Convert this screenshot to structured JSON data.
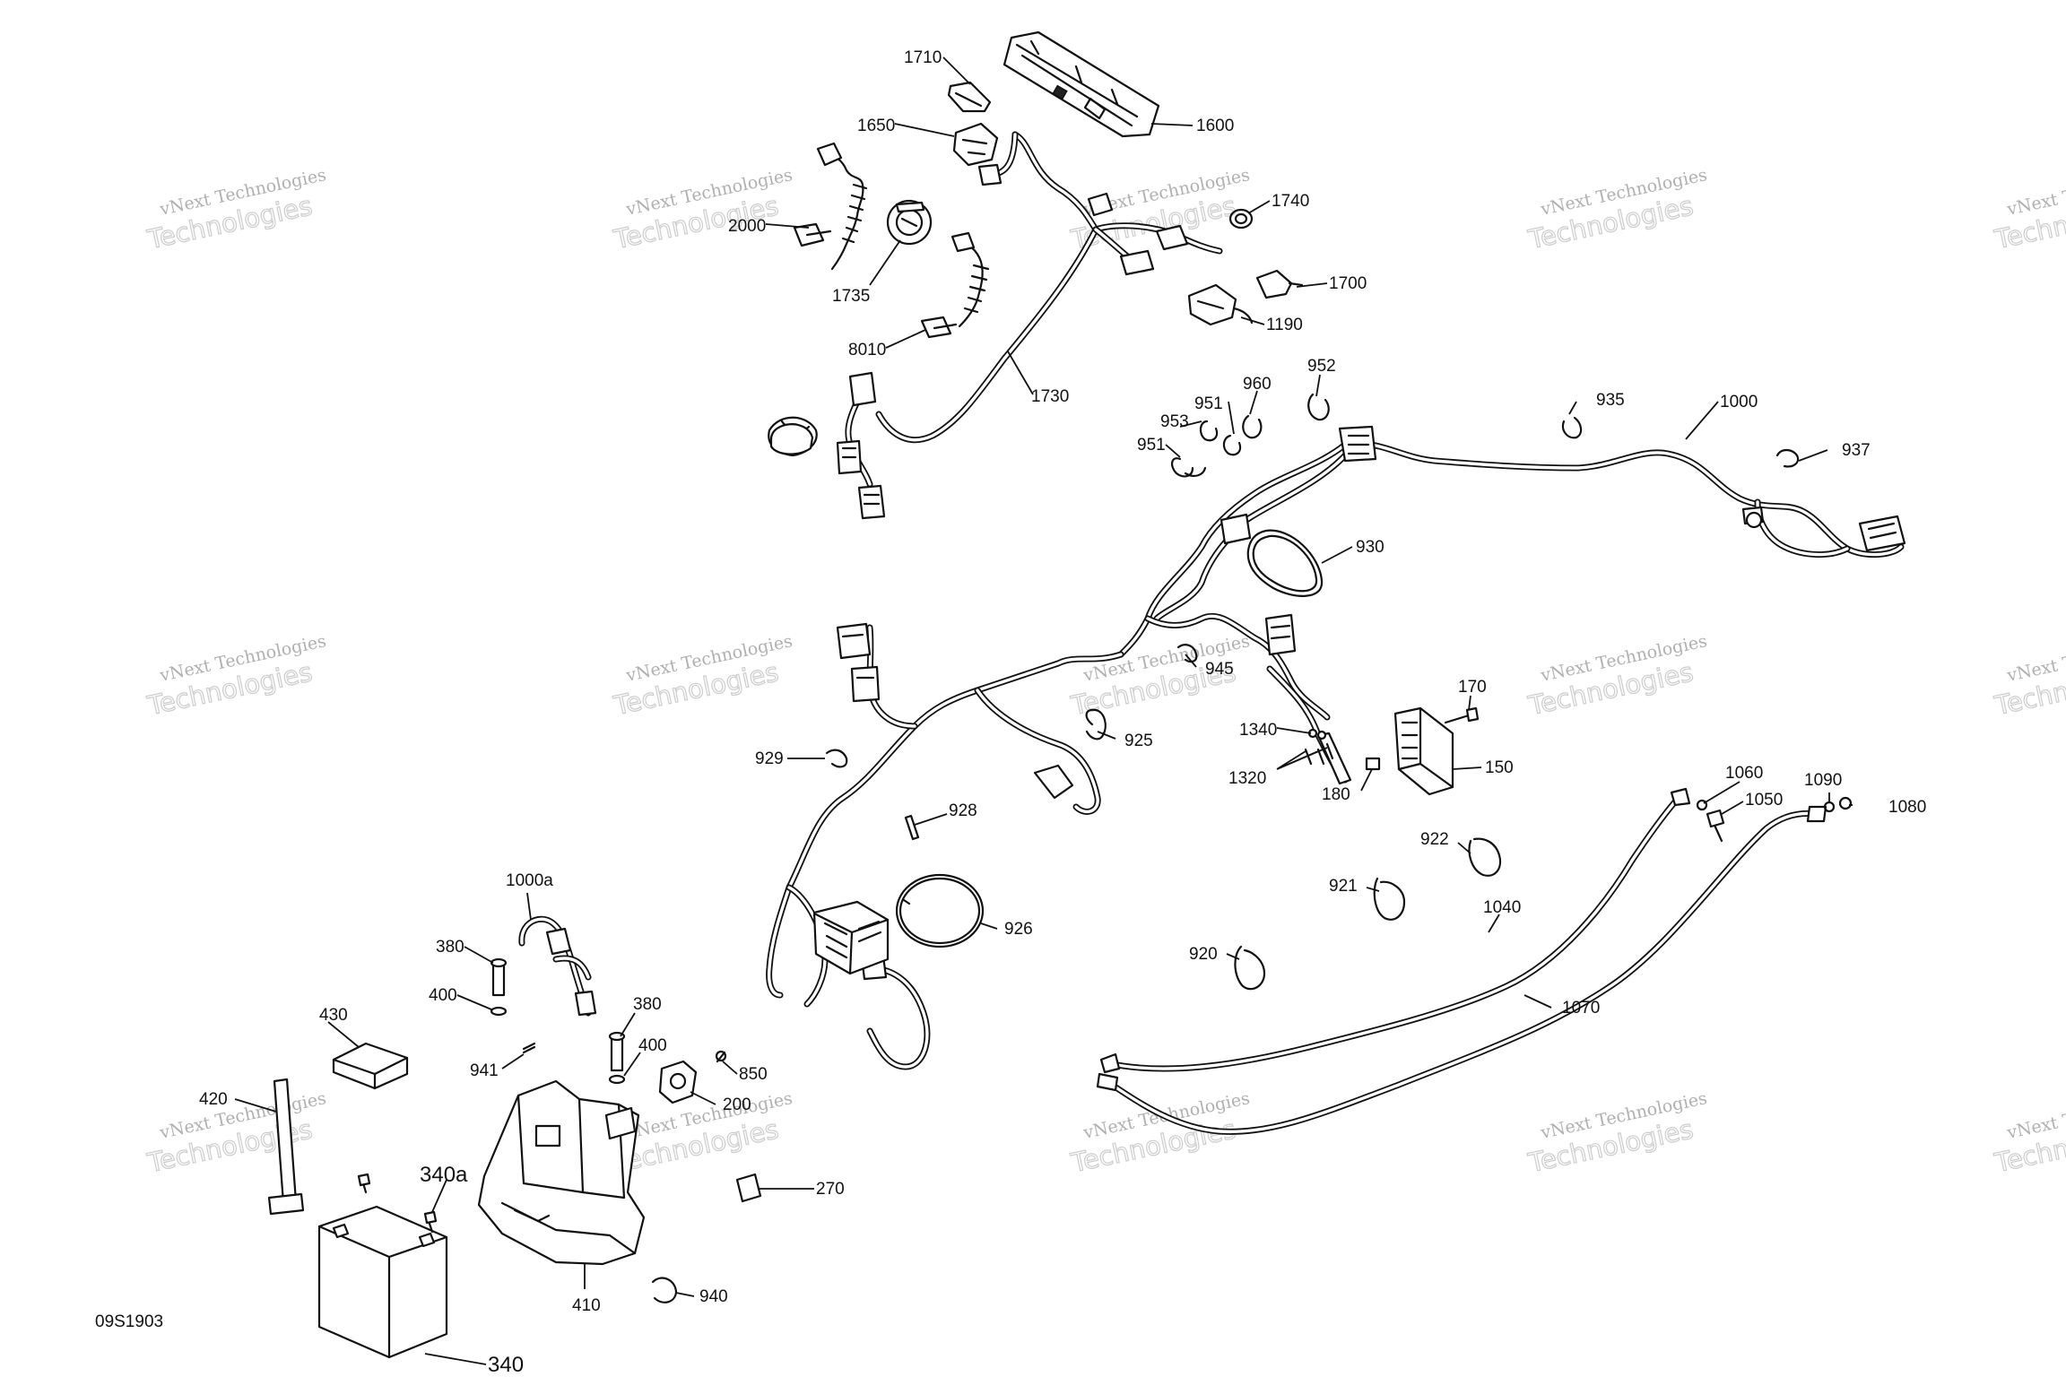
{
  "diagram_ref": "09S1903",
  "watermark": {
    "line1": "vNext Technologies",
    "line2": "Technologies"
  },
  "callouts": [
    {
      "id": "c1710",
      "label": "1710"
    },
    {
      "id": "c1600",
      "label": "1600"
    },
    {
      "id": "c1650",
      "label": "1650"
    },
    {
      "id": "c2000",
      "label": "2000"
    },
    {
      "id": "c1740",
      "label": "1740"
    },
    {
      "id": "c1735",
      "label": "1735"
    },
    {
      "id": "c1700",
      "label": "1700"
    },
    {
      "id": "c1190",
      "label": "1190"
    },
    {
      "id": "c8010",
      "label": "8010"
    },
    {
      "id": "c1730",
      "label": "1730"
    },
    {
      "id": "c952",
      "label": "952"
    },
    {
      "id": "c935",
      "label": "935"
    },
    {
      "id": "c1000",
      "label": "1000"
    },
    {
      "id": "c960",
      "label": "960"
    },
    {
      "id": "c951a",
      "label": "951"
    },
    {
      "id": "c953",
      "label": "953"
    },
    {
      "id": "c951b",
      "label": "951"
    },
    {
      "id": "c937",
      "label": "937"
    },
    {
      "id": "c930",
      "label": "930"
    },
    {
      "id": "c945",
      "label": "945"
    },
    {
      "id": "c170",
      "label": "170"
    },
    {
      "id": "c925",
      "label": "925"
    },
    {
      "id": "c1340",
      "label": "1340"
    },
    {
      "id": "c929",
      "label": "929"
    },
    {
      "id": "c150",
      "label": "150"
    },
    {
      "id": "c1320",
      "label": "1320"
    },
    {
      "id": "c180",
      "label": "180"
    },
    {
      "id": "c1060",
      "label": "1060"
    },
    {
      "id": "c1090",
      "label": "1090"
    },
    {
      "id": "c1050",
      "label": "1050"
    },
    {
      "id": "c1080",
      "label": "1080"
    },
    {
      "id": "c928",
      "label": "928"
    },
    {
      "id": "c922",
      "label": "922"
    },
    {
      "id": "c1000a",
      "label": "1000a"
    },
    {
      "id": "c921",
      "label": "921"
    },
    {
      "id": "c1040",
      "label": "1040"
    },
    {
      "id": "c926",
      "label": "926"
    },
    {
      "id": "c380a",
      "label": "380"
    },
    {
      "id": "c920",
      "label": "920"
    },
    {
      "id": "c400a",
      "label": "400"
    },
    {
      "id": "c1070",
      "label": "1070"
    },
    {
      "id": "c430",
      "label": "430"
    },
    {
      "id": "c380b",
      "label": "380"
    },
    {
      "id": "c400b",
      "label": "400"
    },
    {
      "id": "c941",
      "label": "941"
    },
    {
      "id": "c850",
      "label": "850"
    },
    {
      "id": "c200",
      "label": "200"
    },
    {
      "id": "c420",
      "label": "420"
    },
    {
      "id": "c340a",
      "label": "340a"
    },
    {
      "id": "c270",
      "label": "270"
    },
    {
      "id": "c410",
      "label": "410"
    },
    {
      "id": "c940",
      "label": "940"
    },
    {
      "id": "c340",
      "label": "340"
    }
  ]
}
